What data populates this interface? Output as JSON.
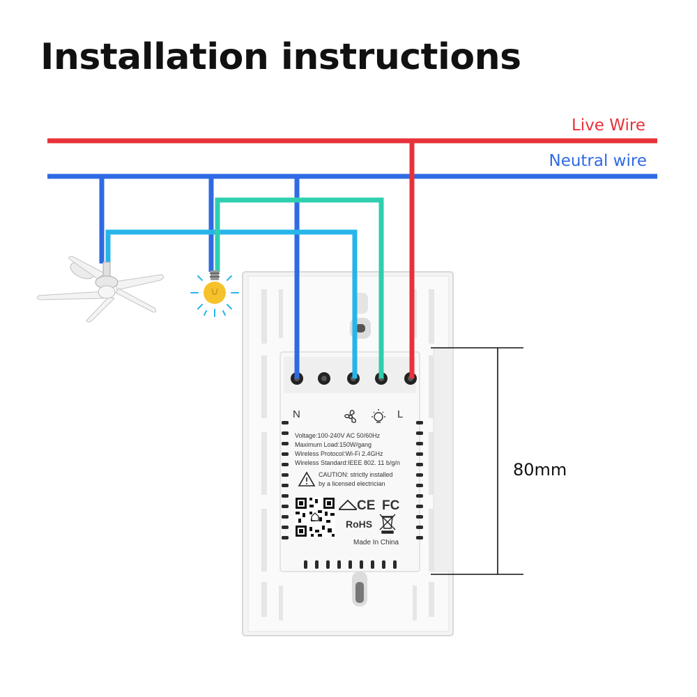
{
  "title": "Installation instructions",
  "wires": {
    "live_label": "Live Wire",
    "neutral_label": "Neutral wire",
    "live_color": "#e8323a",
    "neutral_color": "#2f6ae3",
    "fan_wire_color": "#27b5e9",
    "light_wire_color": "#2ecfae"
  },
  "device": {
    "terminal_labels": {
      "n": "N",
      "l": "L"
    },
    "specs": [
      "Voltage:100-240V AC 50/60Hz",
      "Maximum Load:150W/gang",
      "Wireless Protocol:Wi-Fi 2.4GHz",
      "Wireless Standard:IEEE 802. 11 b/g/n"
    ],
    "caution_line1": "CAUTION: strictly installed",
    "caution_line2": "by a licensed electrician",
    "rohs": "RoHS",
    "ce": "CE",
    "fc": "FC",
    "made_in": "Made In China"
  },
  "dimension": {
    "label": "80mm"
  },
  "icons": {
    "fan": "ceiling-fan-icon",
    "bulb": "light-bulb-icon",
    "warning": "warning-triangle-icon",
    "home": "home-icon",
    "weee": "crossed-bin-icon",
    "qr": "qr-code-icon"
  }
}
